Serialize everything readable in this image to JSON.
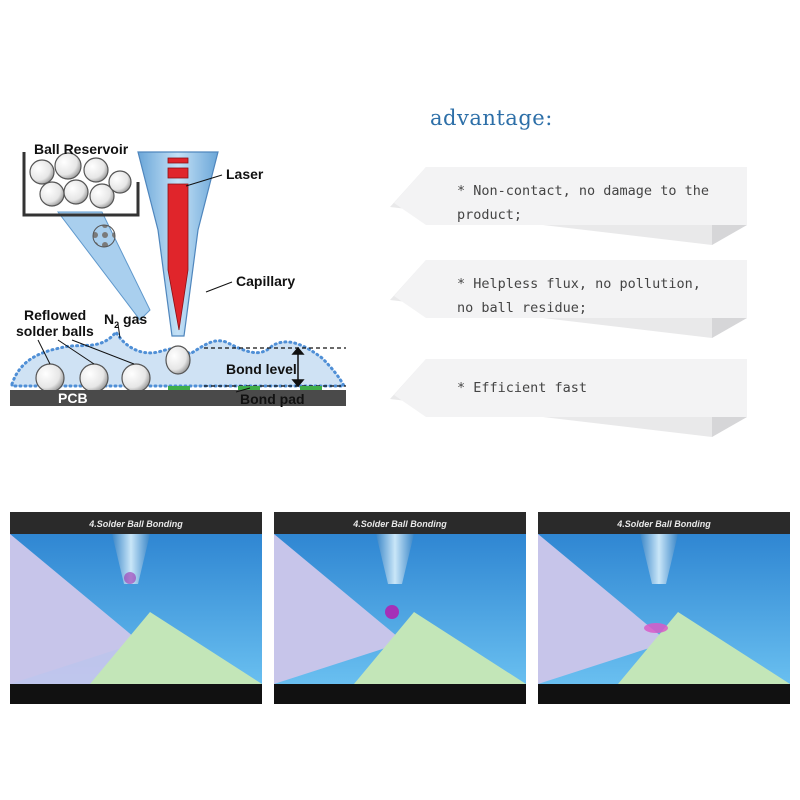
{
  "diagram": {
    "labels": {
      "ball_reservoir": "Ball Reservoir",
      "laser": "Laser",
      "capillary": "Capillary",
      "reflowed_1": "Reflowed",
      "reflowed_2": "solder balls",
      "n2_n": "N",
      "n2_sub": "2",
      "n2_gas": " gas",
      "bond_level": "Bond level",
      "pcb": "PCB",
      "bond_pad": "Bond pad"
    },
    "colors": {
      "capillary": "#8fc3e8",
      "laser": "#e0252b",
      "gas_dots": "#4f8fd6",
      "pcb": "#4a4a4a"
    }
  },
  "advantages": {
    "title": "advantage:",
    "items": [
      {
        "line1": "* Non-contact, no damage to the",
        "line2": "product;"
      },
      {
        "line1": "* Helpless flux, no pollution,",
        "line2": "no ball residue;"
      },
      {
        "line1": "* Efficient fast",
        "line2": ""
      }
    ]
  },
  "video_frames": [
    {
      "title": "4.Solder Ball Bonding",
      "ball_state": "inside-nozzle"
    },
    {
      "title": "4.Solder Ball Bonding",
      "ball_state": "falling"
    },
    {
      "title": "4.Solder Ball Bonding",
      "ball_state": "bonded"
    }
  ],
  "colors": {
    "accent_title": "#2d6fa8",
    "ball": "#9b2fb0"
  }
}
